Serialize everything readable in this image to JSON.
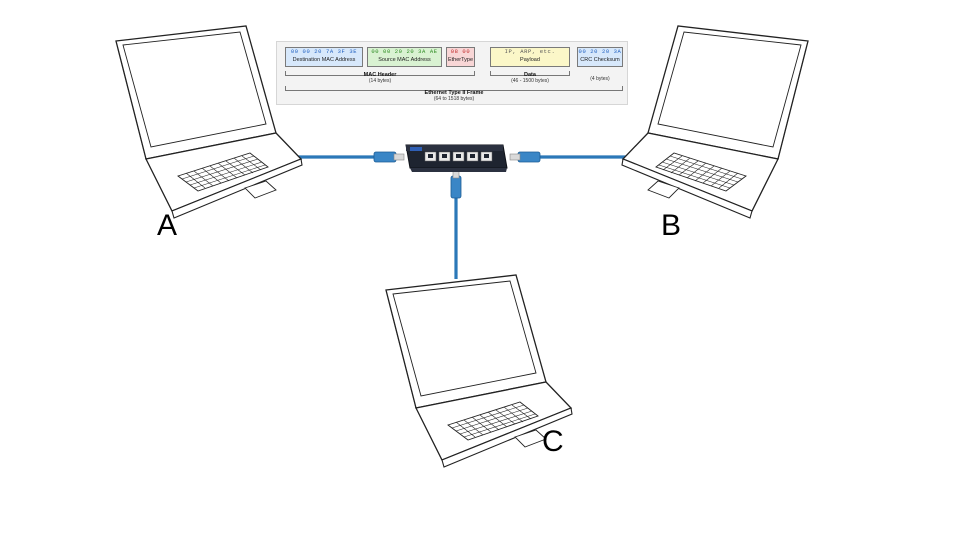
{
  "frame": {
    "fields": [
      {
        "hex": "00 00 20 7A 3F 3E",
        "caption": "Destination MAC Address",
        "color": "#d7e8fb"
      },
      {
        "hex": "00 00 20 20 3A AE",
        "caption": "Source MAC Address",
        "color": "#d9f2d2"
      },
      {
        "hex": "08 00",
        "caption": "EtherType",
        "color": "#f8d6d6"
      },
      {
        "hex": "IP, ARP, etc.",
        "caption": "Payload",
        "color": "#fbf7c8"
      },
      {
        "hex": "00 20 20 3A",
        "caption": "CRC Checksum",
        "color": "#d7e8fb"
      }
    ],
    "mac_header_title": "MAC Header",
    "mac_header_sub": "(14 bytes)",
    "data_title": "Data",
    "data_sub": "(46 - 1500 bytes)",
    "crc_sub": "(4 bytes)",
    "frame_title": "Ethernet Type II Frame",
    "frame_sub": "(64 to 1518 bytes)"
  },
  "nodes": {
    "a": "A",
    "b": "B",
    "c": "C"
  },
  "colors": {
    "cable": "#2b78b8",
    "switch_body": "#1e2430",
    "switch_accent": "#2f5fb5"
  }
}
